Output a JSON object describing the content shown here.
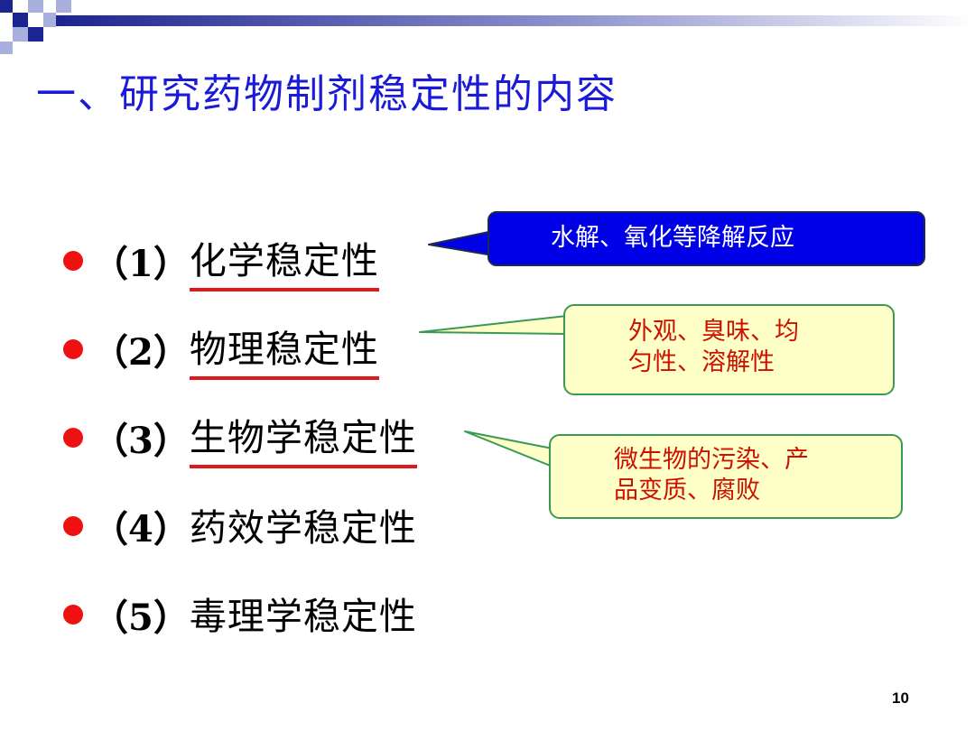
{
  "slide": {
    "title": "一、研究药物制剂稳定性的内容",
    "page_number": "10"
  },
  "items": [
    {
      "number": "（1）",
      "label": "化学稳定性"
    },
    {
      "number": "（2）",
      "label": "物理稳定性"
    },
    {
      "number": "（3）",
      "label": "生物学稳定性"
    },
    {
      "number": "（4）",
      "label": "药效学稳定性"
    },
    {
      "number": "（5）",
      "label": "毒理学稳定性"
    }
  ],
  "callouts": {
    "chemical": {
      "lines": [
        "水解、氧化等降解反应"
      ]
    },
    "physical": {
      "lines": [
        "外观、臭味、均",
        "匀性、溶解性"
      ]
    },
    "biological": {
      "lines": [
        "微生物的污染、产",
        "品变质、腐败"
      ]
    }
  },
  "colors": {
    "title": "#1a1ad8",
    "bullet": "#ee1111",
    "underline": "#e01818",
    "callout_blue": "#0000e6",
    "callout_yellow": "#ffffc8",
    "callout_text_red": "#cc1100",
    "callout_border_green": "#3a9a55"
  }
}
